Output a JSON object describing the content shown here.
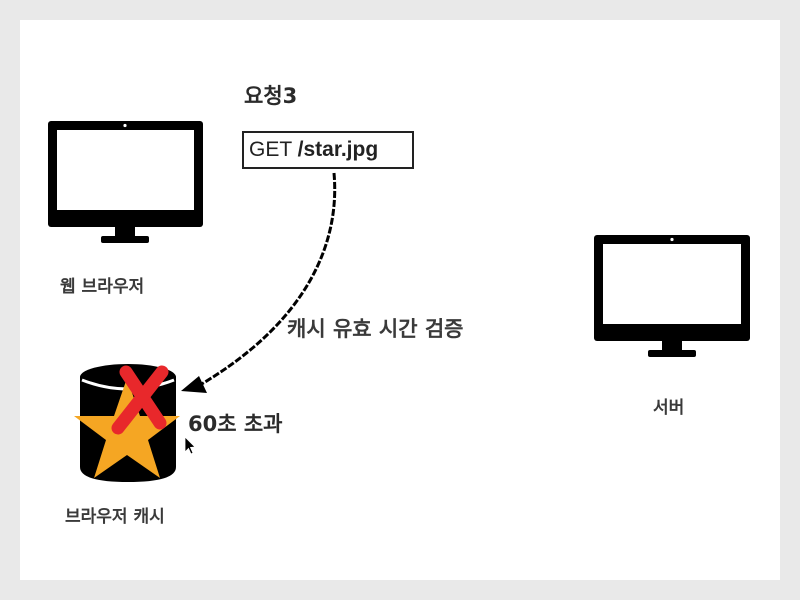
{
  "request": {
    "title": "요청3",
    "method": "GET",
    "path": "/star.jpg"
  },
  "nodes": {
    "browser": "웹 브라우저",
    "server": "서버",
    "cache": "브라우저 캐시"
  },
  "annotations": {
    "validate": "캐시 유효 시간 검증",
    "expired": "60초 초과"
  },
  "icons": {
    "browser": "monitor-icon",
    "server": "monitor-icon",
    "cache": "database-cylinder-icon",
    "cached_item": "star-icon",
    "invalid_mark": "red-x-icon"
  },
  "colors": {
    "star": "#f5a623",
    "x_mark": "#e8282b",
    "ink": "#000000"
  }
}
